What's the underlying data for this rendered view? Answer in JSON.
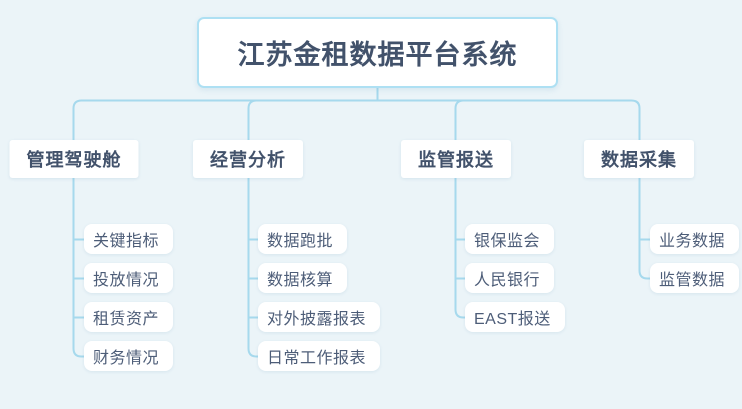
{
  "title": "江苏金租数据平台系统",
  "colors": {
    "background": "#ebf4f8",
    "connector_line": "#a6d9ed",
    "title_border": "#aee0f3",
    "node_background": "#ffffff",
    "heading_text": "#42526b",
    "leaf_text": "#4d5d78"
  },
  "branches": [
    {
      "label": "管理驾驶舱",
      "items": [
        "关键指标",
        "投放情况",
        "租赁资产",
        "财务情况"
      ]
    },
    {
      "label": "经营分析",
      "items": [
        "数据跑批",
        "数据核算",
        "对外披露报表",
        "日常工作报表"
      ]
    },
    {
      "label": "监管报送",
      "items": [
        "银保监会",
        "人民银行",
        "EAST报送"
      ]
    },
    {
      "label": "数据采集",
      "items": [
        "业务数据",
        "监管数据"
      ]
    }
  ]
}
